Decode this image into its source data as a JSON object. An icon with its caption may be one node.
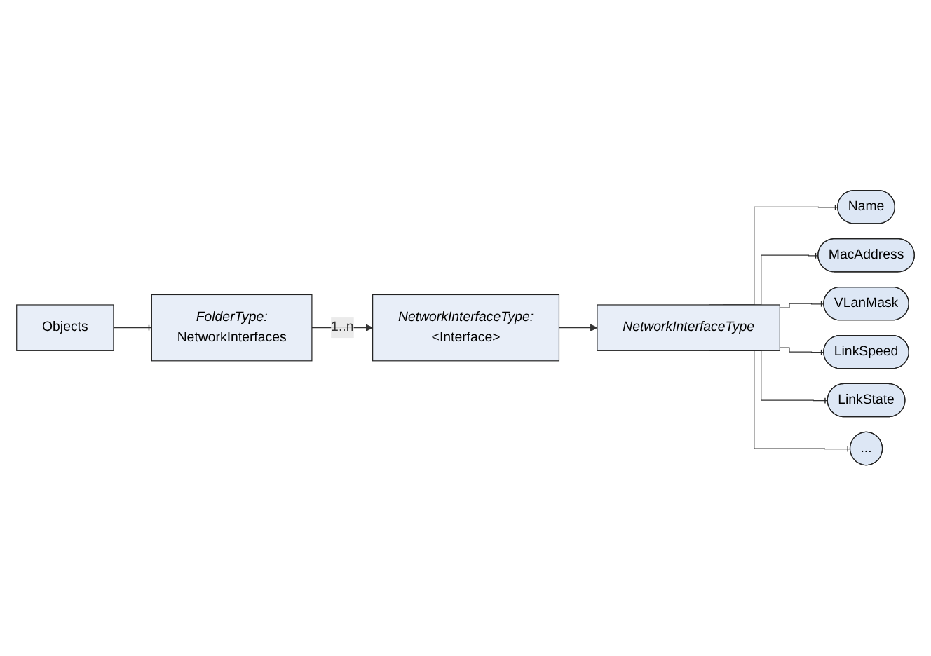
{
  "diagram": {
    "nodes": [
      {
        "text": [
          "Objects"
        ]
      },
      {
        "text": [
          "FolderType:",
          "NetworkInterfaces"
        ]
      },
      {
        "text": [
          "NetworkInterfaceType:",
          "<Interface>"
        ]
      },
      {
        "text": [
          "NetworkInterfaceType"
        ]
      },
      {
        "text": [
          "Name"
        ]
      },
      {
        "text": [
          "MacAddress"
        ]
      },
      {
        "text": [
          "VLanMask"
        ]
      },
      {
        "text": [
          "LinkSpeed"
        ]
      },
      {
        "text": [
          "LinkState"
        ]
      },
      {
        "text": [
          "..."
        ]
      }
    ],
    "edges": [
      {
        "from": 0,
        "to": 1,
        "arrow": "other"
      },
      {
        "from": 1,
        "to": 2,
        "arrow": "to",
        "label": "1..n"
      },
      {
        "from": 2,
        "to": 3,
        "arrow": "to"
      },
      {
        "from": 3,
        "to": 4,
        "arrow": "other"
      },
      {
        "from": 3,
        "to": 5,
        "arrow": "other"
      },
      {
        "from": 3,
        "to": 6,
        "arrow": "other"
      },
      {
        "from": 3,
        "to": 7,
        "arrow": "other"
      },
      {
        "from": 3,
        "to": 8,
        "arrow": "other"
      },
      {
        "from": 3,
        "to": 9,
        "arrow": "other"
      }
    ]
  }
}
